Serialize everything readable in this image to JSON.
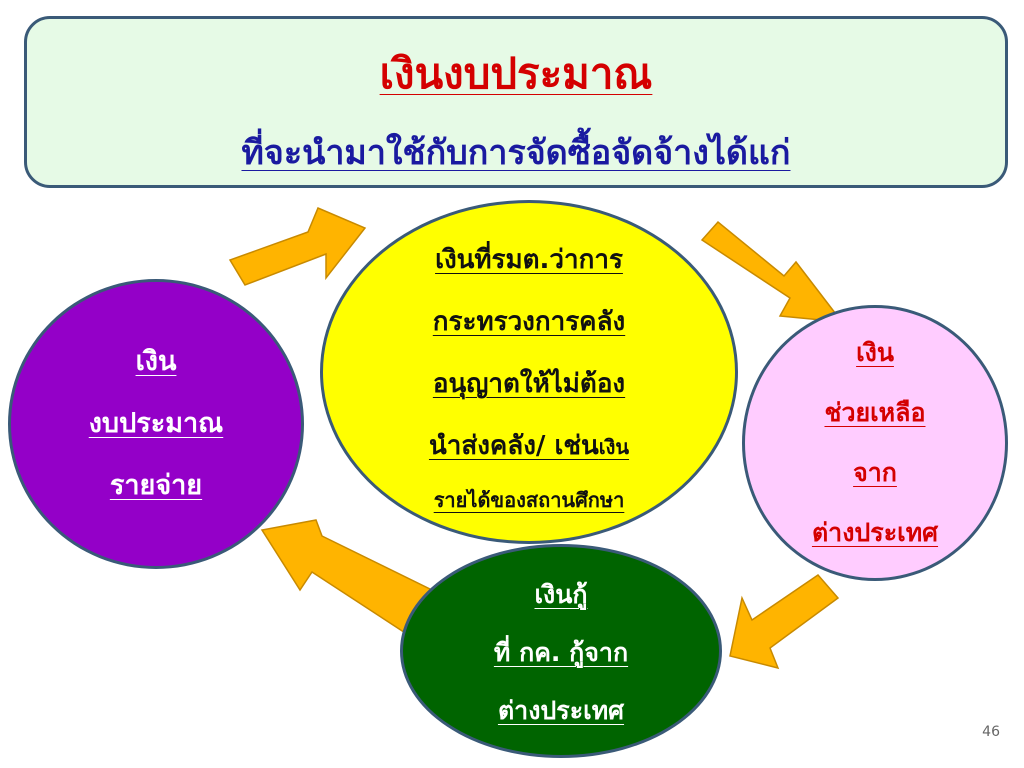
{
  "header": {
    "title": "เงินงบประมาณ",
    "subtitle": "ที่จะนำมาใช้กับการจัดซื้อจัดจ้างได้แก่"
  },
  "nodes": {
    "budget": {
      "lines": [
        "เงิน",
        "งบประมาณ",
        "รายจ่าย"
      ]
    },
    "retained_revenue": {
      "lines": [
        "เงินที่รมต.ว่าการ",
        "กระทรวงการคลัง",
        "อนุญาตให้ไม่ต้อง"
      ],
      "line4_main": "นำส่งคลัง/ เช่น",
      "line4_small": "เงิน",
      "line5": "รายได้ของสถานศึกษา"
    },
    "foreign_aid": {
      "lines": [
        "เงิน",
        "ช่วยเหลือ",
        "จาก",
        "ต่างประเทศ"
      ]
    },
    "foreign_loan": {
      "lines": [
        "เงินกู้",
        "ที่ กค. กู้จาก",
        "ต่างประเทศ"
      ]
    }
  },
  "colors": {
    "header_bg": "#e6fae6",
    "border": "#3a5a78",
    "title": "#d40000",
    "subtitle": "#1a1aa0",
    "purple": "#9400c8",
    "yellow": "#ffff00",
    "pink": "#ffccff",
    "green": "#006400",
    "arrow": "#ffb400"
  },
  "page_number": "46"
}
